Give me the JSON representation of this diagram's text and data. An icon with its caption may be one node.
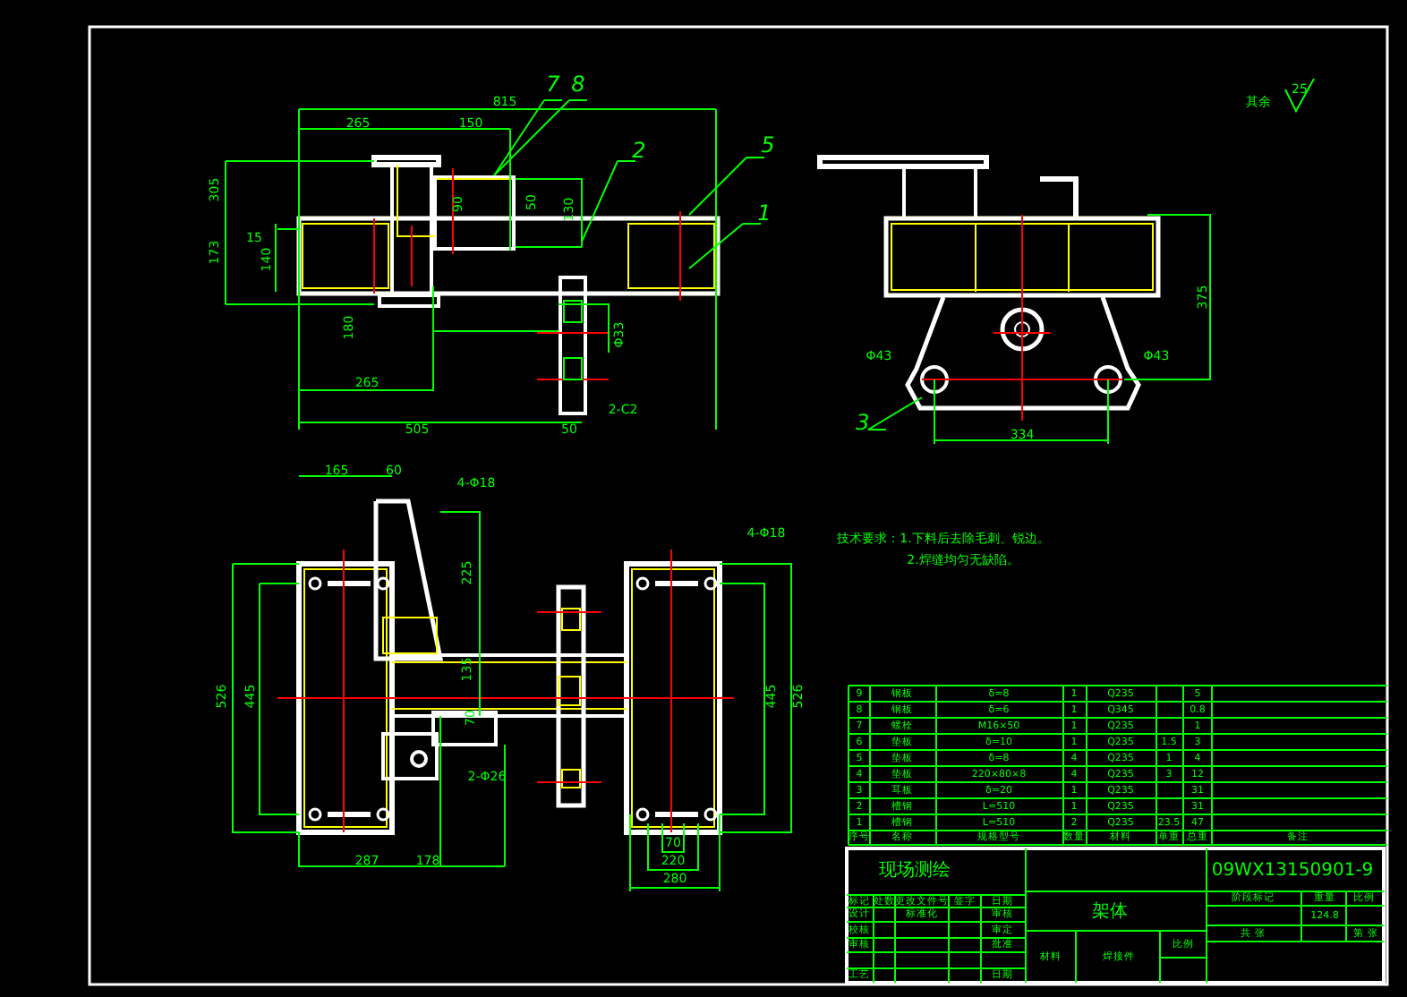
{
  "diagram": {
    "nodes": [
      {
        "text": [
          "7"
        ]
      },
      {
        "text": [
          "8"
        ]
      },
      {
        "text": [
          "2"
        ]
      },
      {
        "text": [
          "5"
        ]
      },
      {
        "text": [
          "1"
        ]
      },
      {
        "text": [
          "3"
        ]
      },
      {
        "text": [],
        "shape": "box"
      }
    ],
    "edges": [
      {
        "from": 0,
        "to": 6,
        "arrow": "none"
      },
      {
        "from": 1,
        "to": 6,
        "arrow": "none"
      },
      {
        "from": 2,
        "to": null,
        "arrow": "none"
      },
      {
        "from": 3,
        "to": null,
        "arrow": "none"
      },
      {
        "from": 4,
        "to": null,
        "arrow": "none"
      },
      {
        "from": 5,
        "to": null,
        "arrow": "none"
      }
    ],
    "labels": [
      "其余",
      "25",
      "815",
      "265",
      "150",
      "305",
      "173",
      "140",
      "15",
      "90",
      "50",
      "130",
      "180",
      "Φ33",
      "265",
      "505",
      "50",
      "2-C2",
      "375",
      "334",
      "Φ43",
      "Φ43",
      "165",
      "60",
      "4-Φ18",
      "225",
      "135",
      "70",
      "2-Φ26",
      "526",
      "445",
      "445",
      "526",
      "287",
      "178",
      "70",
      "220",
      "280",
      "4-Φ18",
      "技术要求：1.下料后去除毛刺、锐边。",
      "2.焊缝均匀无缺陷。",
      "9",
      "钢板",
      "δ=8",
      "1",
      "Q235",
      "5",
      "8",
      "钢板",
      "δ=6",
      "1",
      "Q345",
      "0.8",
      "7",
      "螺栓",
      "M16×50",
      "1",
      "Q235",
      "1",
      "6",
      "垫板",
      "δ=10",
      "1",
      "Q235",
      "1.5",
      "3",
      "5",
      "垫板",
      "δ=8",
      "4",
      "Q235",
      "1",
      "4",
      "4",
      "垫板",
      "220×80×8",
      "4",
      "Q235",
      "3",
      "12",
      "3",
      "耳板",
      "δ=20",
      "1",
      "Q235",
      "31",
      "2",
      "槽钢",
      "L=510",
      "1",
      "Q235",
      "31",
      "1",
      "槽钢",
      "L=510",
      "2",
      "Q235",
      "23.5",
      "47",
      "序号",
      "名称",
      "规格型号",
      "数量",
      "材料",
      "单重",
      "总重",
      "备注",
      "现场测绘",
      "标记",
      "处数",
      "更改文件号",
      "签字",
      "日期",
      "设计",
      "标准化",
      "审核",
      "校核",
      "审定",
      "审核",
      "批准",
      "工艺",
      "日期",
      "架体",
      "材料",
      "焊接件",
      "比例",
      "09WX13150901-9",
      "阶段标记",
      "重量",
      "比例",
      "124.8",
      "共 张",
      "第 张"
    ]
  }
}
